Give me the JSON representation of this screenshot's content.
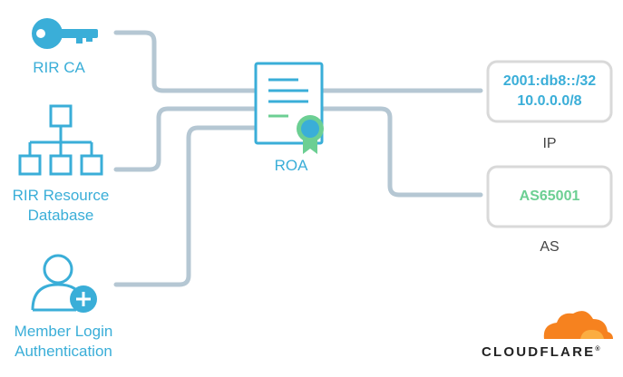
{
  "sources": {
    "rir_ca": {
      "label": "RIR CA",
      "icon": "key-icon"
    },
    "rir_db": {
      "label_line1": "RIR Resource",
      "label_line2": "Database",
      "icon": "hierarchy-icon"
    },
    "member": {
      "label_line1": "Member Login",
      "label_line2": "Authentication",
      "icon": "user-add-icon"
    }
  },
  "roa": {
    "label": "ROA",
    "icon": "certificate-icon"
  },
  "ip_box": {
    "line1": "2001:db8::/32",
    "line2": "10.0.0.0/8",
    "caption": "IP",
    "color": "#3aaed8"
  },
  "as_box": {
    "value": "AS65001",
    "caption": "AS",
    "color": "#6ccf93"
  },
  "brand": {
    "name": "CLOUDFLARE",
    "mark": "®",
    "cloud_color": "#f6821f"
  },
  "colors": {
    "accent": "#3aaed8",
    "line": "#b5c7d3",
    "box_border": "#d9d9d9"
  }
}
